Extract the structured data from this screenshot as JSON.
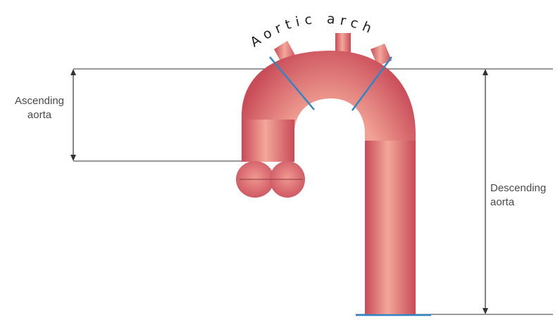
{
  "diagram": {
    "arch_label": "Aortic arch",
    "ascending_label_line1": "Ascending",
    "ascending_label_line2": "aorta",
    "descending_label_line1": "Descending",
    "descending_label_line2": "aorta"
  },
  "colors": {
    "vessel_dark": "#c84b58",
    "vessel_mid": "#e0737a",
    "vessel_light": "#f3a79a",
    "boundary_marker": "#2f86c4",
    "guide_line": "#333333",
    "label_text": "#4a4a4a"
  }
}
